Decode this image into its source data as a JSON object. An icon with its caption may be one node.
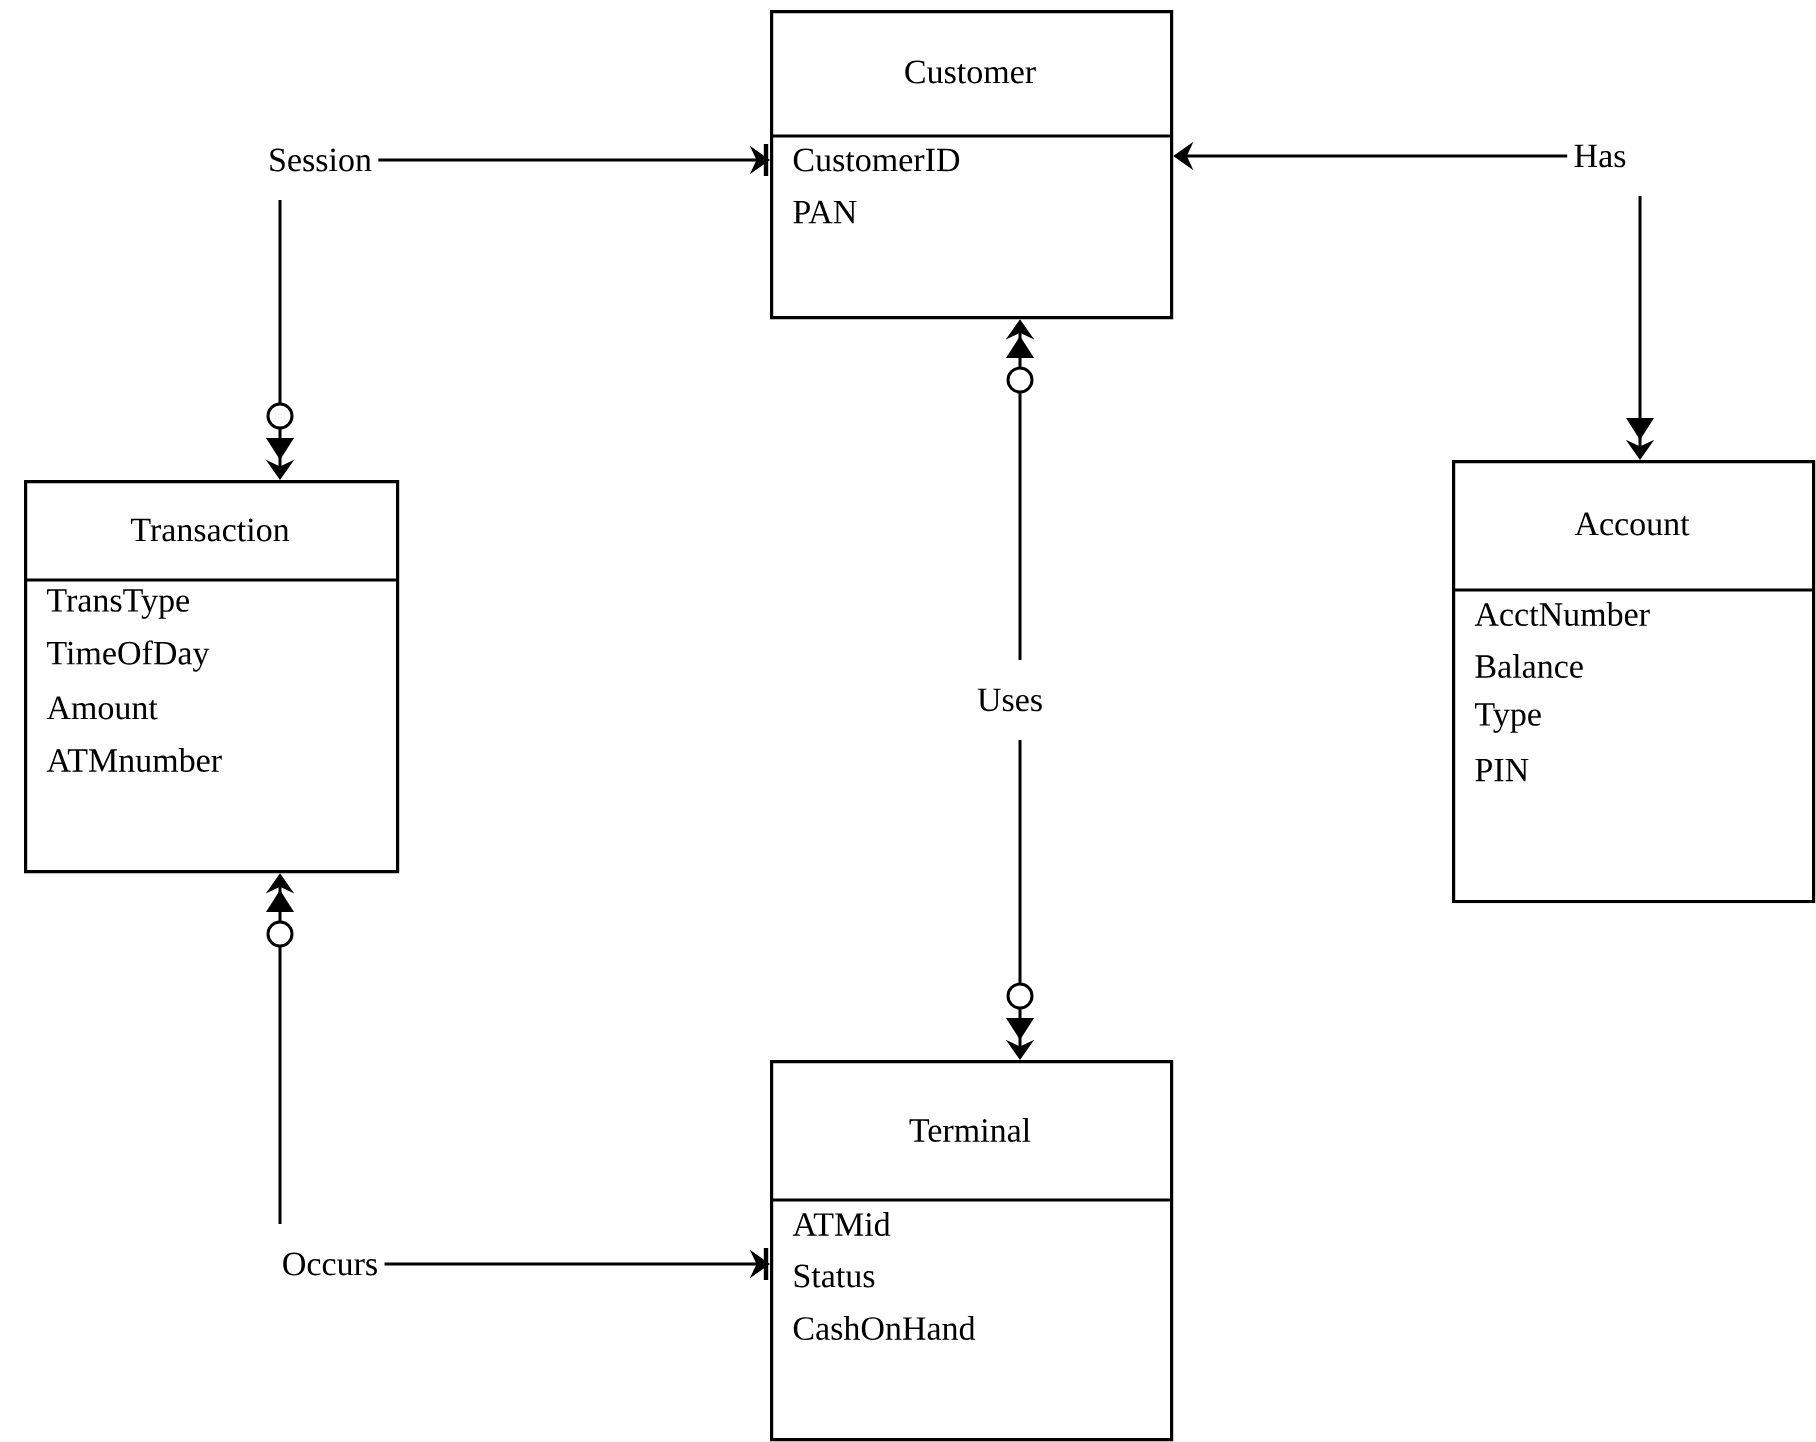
{
  "diagram": {
    "nodes": [
      {
        "text": [
          "Customer",
          "CustomerID",
          "PAN"
        ]
      },
      {
        "text": [
          "Session"
        ]
      },
      {
        "text": [
          "Has"
        ]
      },
      {
        "text": [
          "Transaction",
          "TransType",
          "TimeOfDay",
          "Amount",
          "ATMnumber"
        ]
      },
      {
        "text": [
          "Account",
          "AcctNumber",
          "Balance",
          "Type",
          "PIN"
        ]
      },
      {
        "text": [
          "Uses"
        ]
      },
      {
        "text": [
          "Terminal",
          "ATMid",
          "Status",
          "CashOnHand"
        ]
      },
      {
        "text": [
          "Occurs"
        ]
      }
    ],
    "edges": [
      {
        "from": 1,
        "to": 0,
        "arrow": "to"
      },
      {
        "from": 1,
        "to": 3,
        "arrow": "to"
      },
      {
        "from": 2,
        "to": 0,
        "arrow": "to"
      },
      {
        "from": 2,
        "to": 4,
        "arrow": "to"
      },
      {
        "from": 5,
        "to": 0,
        "arrow": "to"
      },
      {
        "from": 5,
        "to": 6,
        "arrow": "to"
      },
      {
        "from": 7,
        "to": 3,
        "arrow": "to"
      },
      {
        "from": 7,
        "to": 6,
        "arrow": "to"
      }
    ]
  }
}
